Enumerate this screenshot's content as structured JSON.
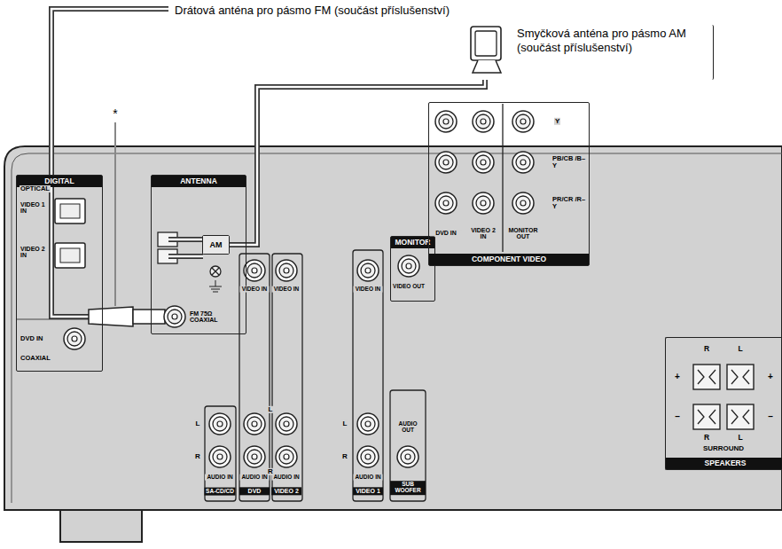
{
  "diagram": {
    "nodes": [
      {
        "text": [
          "DIGITAL"
        ]
      },
      {
        "text": [
          "ANTENNA"
        ]
      },
      {
        "text": [
          "AM"
        ],
        "in": 1
      },
      {
        "text": [
          "Smyčková anténa pro pásmo AM (součást příslušenství)"
        ]
      },
      {
        "text": [
          "MONITOR"
        ]
      },
      {
        "text": [
          "COMPONENT VIDEO"
        ]
      },
      {
        "text": [
          "SPEAKERS"
        ]
      }
    ],
    "edges": [
      {
        "from": 3,
        "to": 2,
        "arrow": "none"
      }
    ],
    "labels": [
      "Drátová anténa pro pásmo FM (součást příslušenství)",
      "*",
      "OPTICAL",
      "VIDEO 1 IN",
      "VIDEO 2 IN",
      "DVD IN",
      "COAXIAL",
      "FM 75Ω COAXIAL",
      "VIDEO IN",
      "VIDEO IN",
      "VIDEO IN",
      "VIDEO OUT",
      "Y",
      "PB/CB /B–Y",
      "PR/CR /R–Y",
      "DVD IN",
      "VIDEO 2 IN",
      "MONITOR OUT",
      "L",
      "R",
      "AUDIO IN",
      "SA-CD/CD",
      "L",
      "R",
      "AUDIO IN",
      "DVD",
      "AUDIO IN",
      "VIDEO 2",
      "L",
      "R",
      "AUDIO IN",
      "VIDEO 1",
      "AUDIO OUT",
      "SUB WOOFER",
      "R",
      "L",
      "+",
      "+",
      "–",
      "–",
      "R",
      "L",
      "SURROUND"
    ]
  }
}
